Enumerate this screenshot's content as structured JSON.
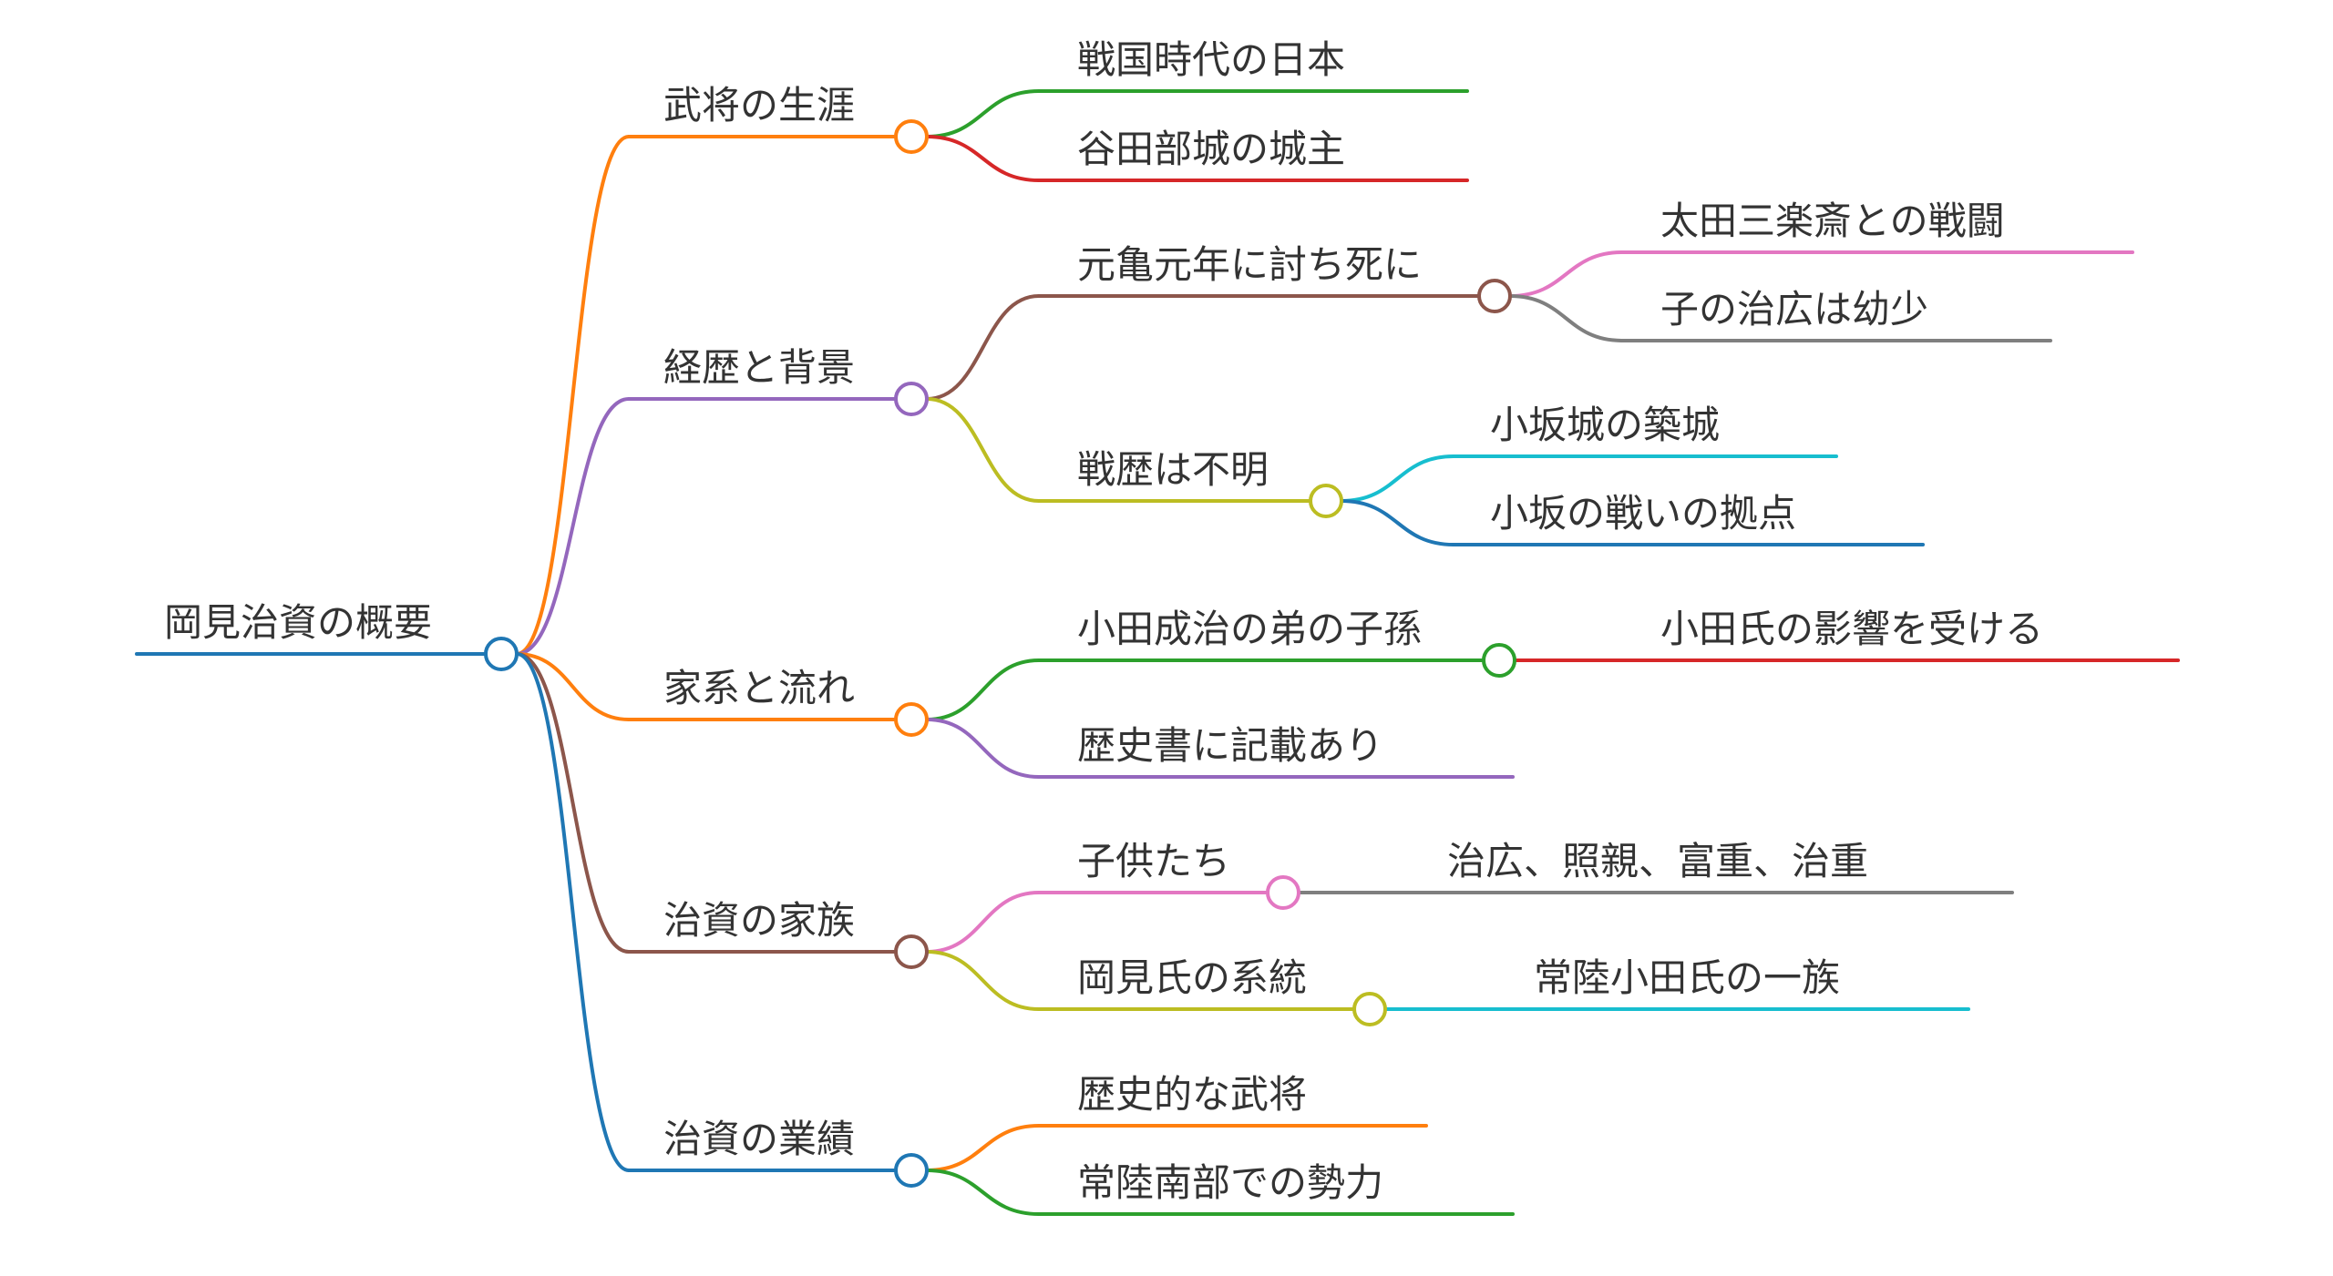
{
  "colors": {
    "blue": "#1f77b4",
    "orange": "#ff7f0e",
    "green": "#2ca02c",
    "red": "#d62728",
    "purple": "#9467bd",
    "brown": "#8c564b",
    "pink": "#e377c2",
    "gray": "#7f7f7f",
    "olive": "#bcbd22",
    "cyan": "#17becf",
    "text": "#333333"
  },
  "mindmap": {
    "root": {
      "label": "岡見治資の概要",
      "color": "blue",
      "children": [
        {
          "label": "武将の生涯",
          "color": "orange",
          "children": [
            {
              "label": "戦国時代の日本",
              "color": "green"
            },
            {
              "label": "谷田部城の城主",
              "color": "red"
            }
          ]
        },
        {
          "label": "経歴と背景",
          "color": "purple",
          "children": [
            {
              "label": "元亀元年に討ち死に",
              "color": "brown",
              "children": [
                {
                  "label": "太田三楽斎との戦闘",
                  "color": "pink"
                },
                {
                  "label": "子の治広は幼少",
                  "color": "gray"
                }
              ]
            },
            {
              "label": "戦歴は不明",
              "color": "olive",
              "children": [
                {
                  "label": "小坂城の築城",
                  "color": "cyan"
                },
                {
                  "label": "小坂の戦いの拠点",
                  "color": "blue"
                }
              ]
            }
          ]
        },
        {
          "label": "家系と流れ",
          "color": "orange",
          "children": [
            {
              "label": "小田成治の弟の子孫",
              "color": "green",
              "children": [
                {
                  "label": "小田氏の影響を受ける",
                  "color": "red"
                }
              ]
            },
            {
              "label": "歴史書に記載あり",
              "color": "purple"
            }
          ]
        },
        {
          "label": "治資の家族",
          "color": "brown",
          "children": [
            {
              "label": "子供たち",
              "color": "pink",
              "children": [
                {
                  "label": "治広、照親、富重、治重",
                  "color": "gray"
                }
              ]
            },
            {
              "label": "岡見氏の系統",
              "color": "olive",
              "children": [
                {
                  "label": "常陸小田氏の一族",
                  "color": "cyan"
                }
              ]
            }
          ]
        },
        {
          "label": "治資の業績",
          "color": "blue",
          "children": [
            {
              "label": "歴史的な武将",
              "color": "orange"
            },
            {
              "label": "常陸南部での勢力",
              "color": "green"
            }
          ]
        }
      ]
    }
  }
}
